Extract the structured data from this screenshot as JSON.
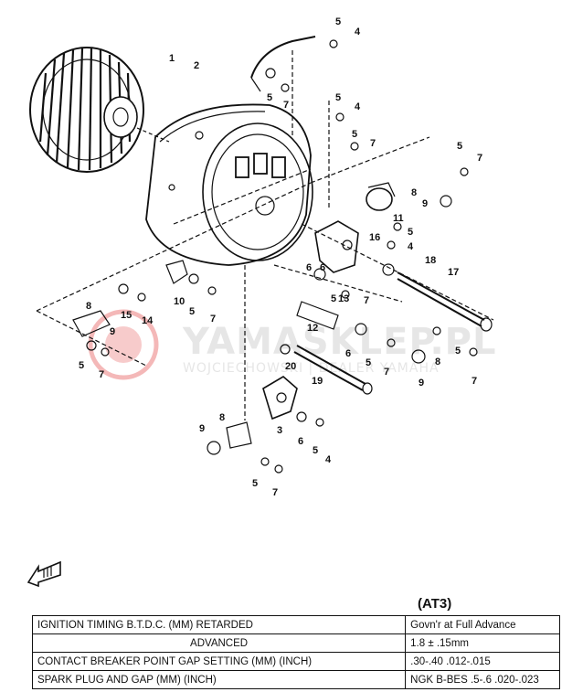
{
  "watermark": {
    "brand": "YAMASKLEP.PL",
    "subline": "WOJCIECHOWSKI | DEALER YAMAHA",
    "logo_color": "#f08080"
  },
  "diagram": {
    "stroke_color": "#111111",
    "callouts": [
      "1",
      "2",
      "3",
      "4",
      "5",
      "6",
      "7",
      "8",
      "9",
      "10",
      "11",
      "12",
      "13",
      "14",
      "15",
      "16",
      "17",
      "18",
      "19",
      "20"
    ]
  },
  "forward_icon": "fwd-arrow-icon",
  "model": "(AT3)",
  "spec_table": {
    "rows": [
      {
        "param": "IGNITION TIMING B.T.D.C. (MM) RETARDED",
        "value": "Govn'r at Full Advance"
      },
      {
        "param": "ADVANCED",
        "value": "1.8 ± .15mm"
      },
      {
        "param": "CONTACT BREAKER POINT GAP SETTING (MM) (INCH)",
        "value": ".30-.40  .012-.015"
      },
      {
        "param": "SPARK PLUG AND GAP (MM) (INCH)",
        "value": "NGK B-BES .5-.6 .020-.023"
      }
    ]
  }
}
